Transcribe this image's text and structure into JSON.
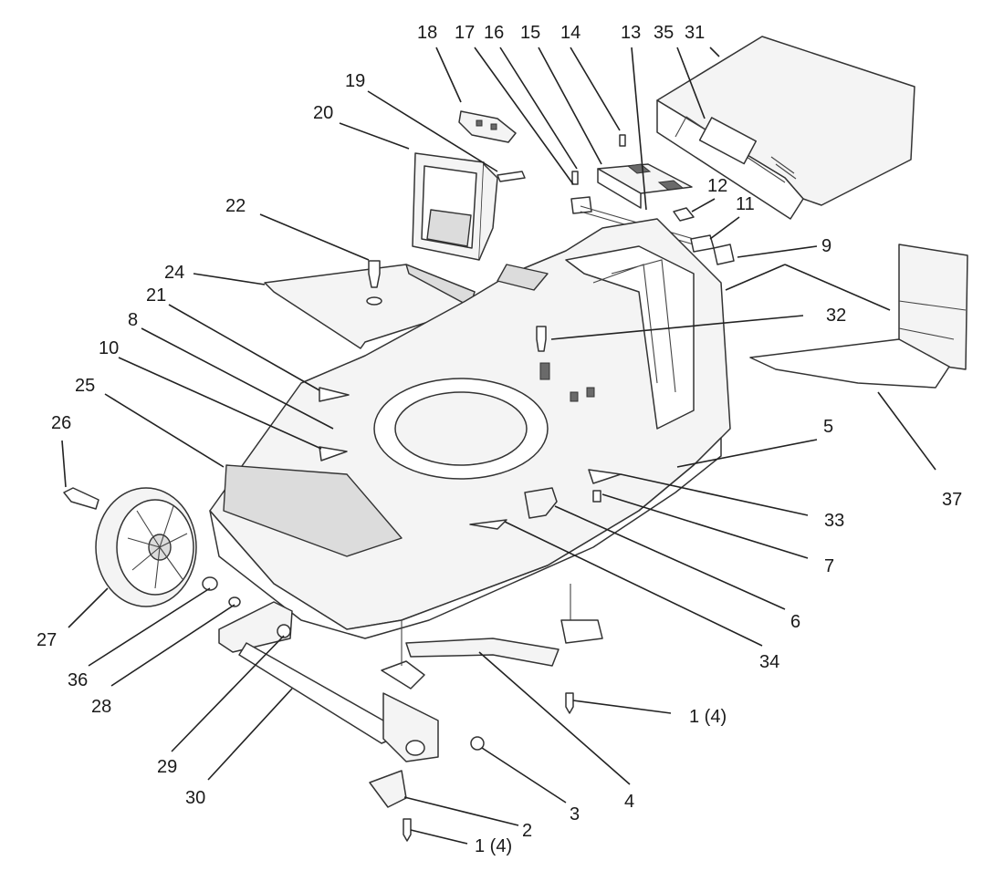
{
  "labels": {
    "c18": "18",
    "c17": "17",
    "c16": "16",
    "c15": "15",
    "c14": "14",
    "c13": "13",
    "c35": "35",
    "c31": "31",
    "c19": "19",
    "c20": "20",
    "c12": "12",
    "c11": "11",
    "c9": "9",
    "c22": "22",
    "c24": "24",
    "c21": "21",
    "c32": "32",
    "c8": "8",
    "c10": "10",
    "c25": "25",
    "c26": "26",
    "c5": "5",
    "c37": "37",
    "c33": "33",
    "c7": "7",
    "c6": "6",
    "c27": "27",
    "c34": "34",
    "c36": "36",
    "c28": "28",
    "c1a": "1 (4)",
    "c4": "4",
    "c29": "29",
    "c30": "30",
    "c3": "3",
    "c2": "2",
    "c1b": "1 (4)"
  }
}
